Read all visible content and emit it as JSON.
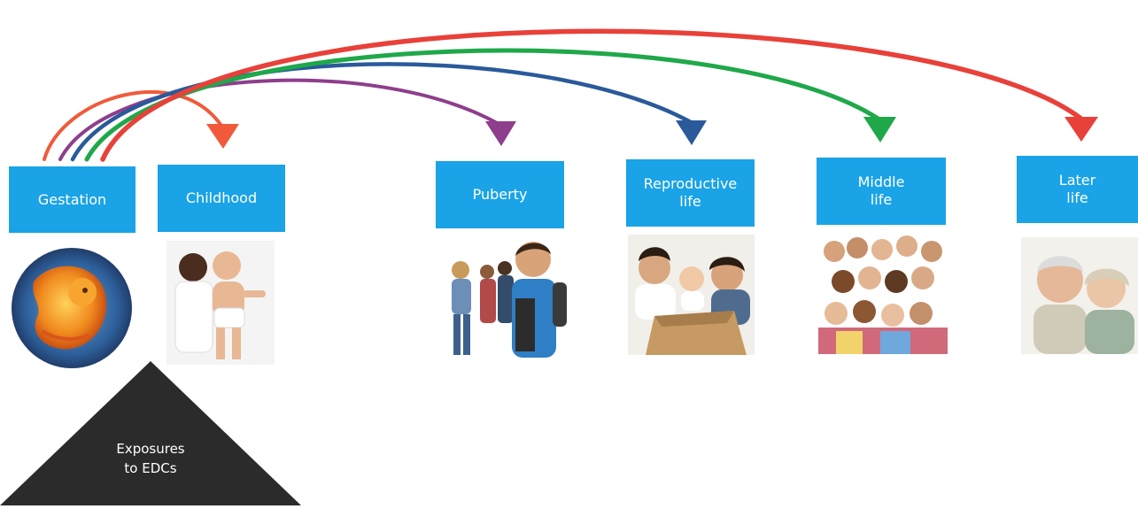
{
  "stages": [
    {
      "id": "gestation",
      "label": "Gestation"
    },
    {
      "id": "childhood",
      "label": "Childhood"
    },
    {
      "id": "puberty",
      "label": "Puberty"
    },
    {
      "id": "reproductive",
      "label": "Reproductive\nlife"
    },
    {
      "id": "middle",
      "label": "Middle\nlife"
    },
    {
      "id": "later",
      "label": "Later\nlife"
    }
  ],
  "exposure": {
    "label": "Exposures\nto EDCs",
    "color": "#2b2b2b"
  },
  "colors": {
    "box": "#1aa3e6",
    "arrow_childhood": "#f05a3a",
    "arrow_puberty": "#8e3e8c",
    "arrow_reproductive": "#2a5a9a",
    "arrow_middle": "#1fa84a",
    "arrow_later": "#e8413a"
  },
  "images": [
    {
      "name": "fetus-image",
      "subject": "fetus in womb"
    },
    {
      "name": "child-image",
      "subject": "baby with adult"
    },
    {
      "name": "teens-image",
      "subject": "teenagers with backpacks"
    },
    {
      "name": "family-image",
      "subject": "family with baby in box"
    },
    {
      "name": "group-image",
      "subject": "group of women"
    },
    {
      "name": "elderly-image",
      "subject": "elderly couple"
    }
  ]
}
